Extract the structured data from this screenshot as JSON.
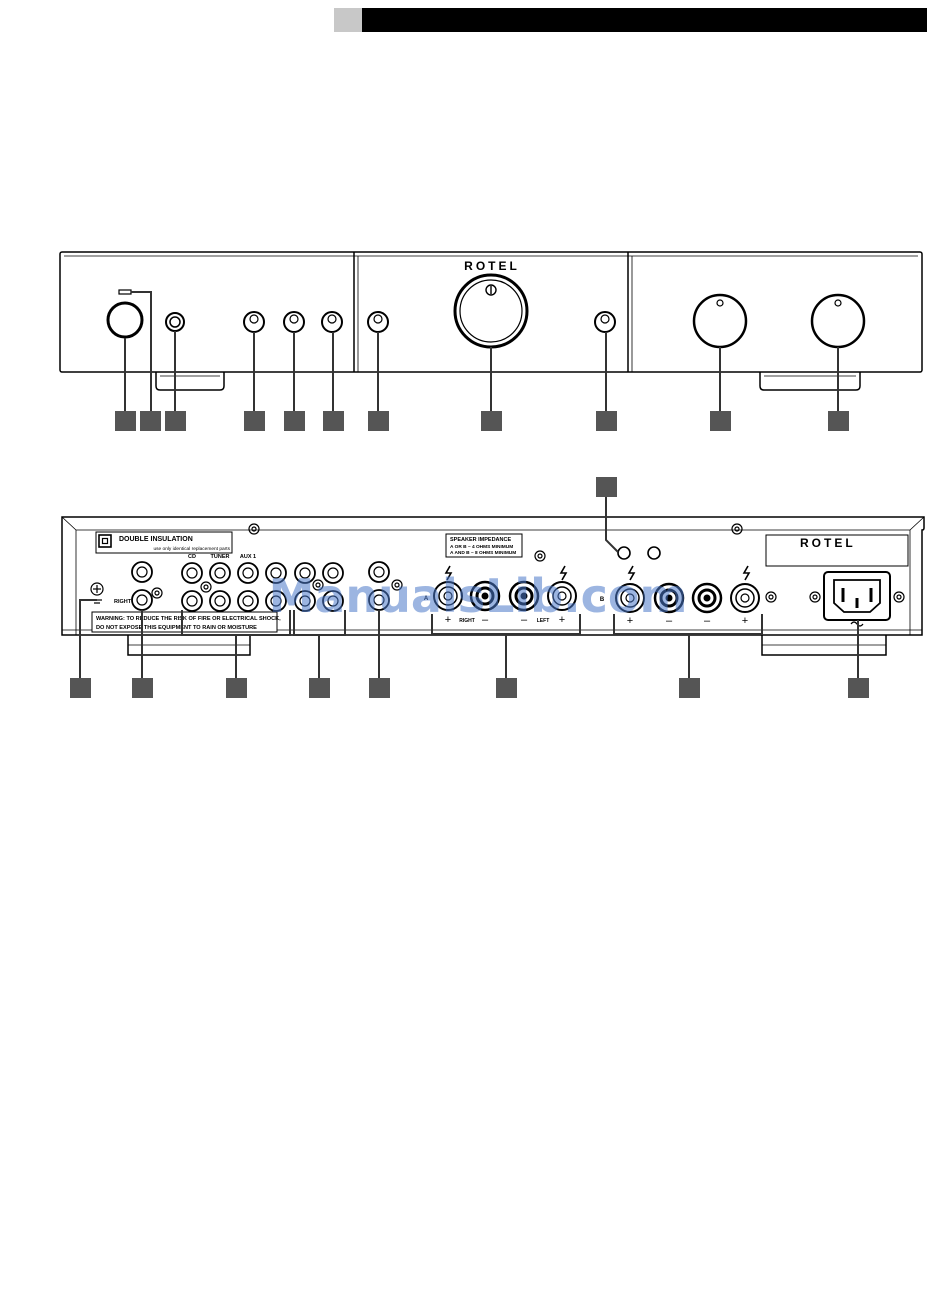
{
  "brand": "ROTEL",
  "rear_panel": {
    "double_insulation_title": "DOUBLE INSULATION",
    "double_insulation_sub": "use only identical replacement parts",
    "input_labels": [
      "CD",
      "TUNER",
      "AUX 1"
    ],
    "right_label": "RIGHT",
    "warning_line1": "WARNING: TO REDUCE THE RISK OF FIRE OR ELECTRICAL SHOCK,",
    "warning_line2": "DO NOT EXPOSE THIS EQUIPMENT TO RAIN OR MOISTURE",
    "speaker_impedance_title": "SPEAKER IMPEDANCE",
    "speaker_impedance_line1": "A OR B – 4 OHMS MINIMUM",
    "speaker_impedance_line2": "A AND B – 8 OHMS MINIMUM",
    "speaker_right_label": "RIGHT",
    "speaker_left_label": "LEFT",
    "speaker_group_a_label": "A",
    "speaker_group_b_label": "B",
    "plus_sign": "+",
    "minus_sign": "–"
  },
  "watermark": "ManualsLib.com",
  "colors": {
    "callout_box": "#555555",
    "panel_stroke": "#000000",
    "watermark": "#4a78c8"
  }
}
